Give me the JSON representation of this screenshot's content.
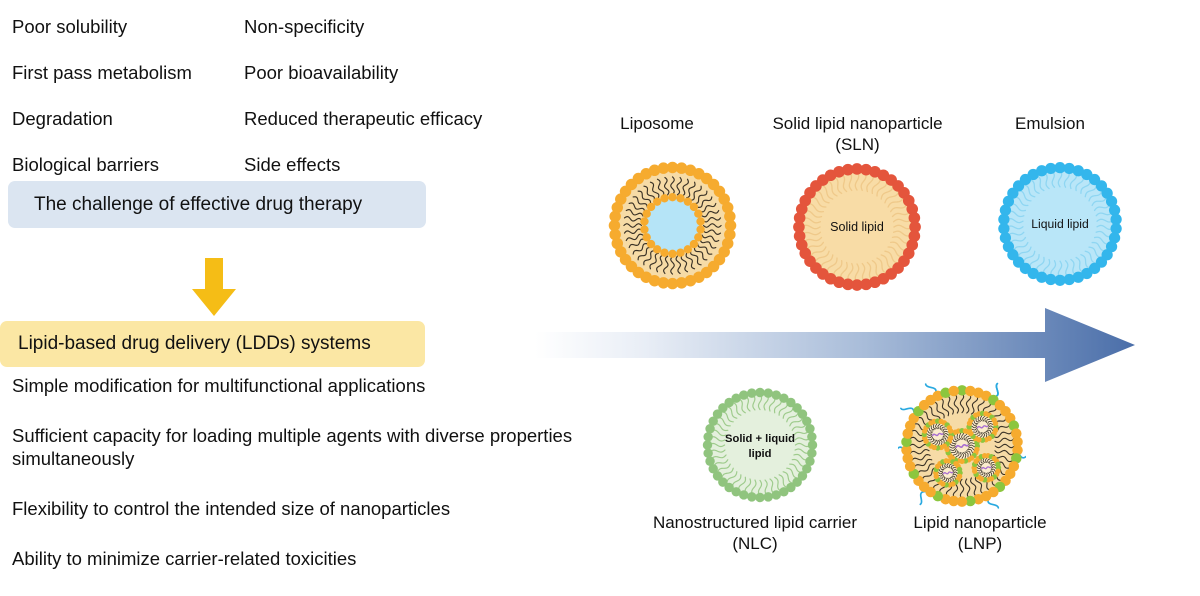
{
  "challenges": {
    "rows": [
      {
        "left": "Poor solubility",
        "right": "Non-specificity"
      },
      {
        "left": "First pass metabolism",
        "right": "Poor bioavailability"
      },
      {
        "left": "Degradation",
        "right": "Reduced therapeutic efficacy"
      },
      {
        "left": "Biological barriers",
        "right": "Side effects"
      }
    ],
    "banner": "The challenge of effective drug therapy",
    "banner_color": "#dbe5f1"
  },
  "transition": {
    "arrow_color": "#f5bd16",
    "arrow_name": "down-arrow"
  },
  "solution": {
    "banner": "Lipid-based drug delivery (LDDs) systems",
    "banner_color": "#fbe7a4",
    "benefits": [
      "Simple modification for multifunctional applications",
      "Sufficient capacity for loading multiple agents with diverse properties simultaneously",
      "Flexibility to control the intended size of nanoparticles",
      "Ability to minimize carrier-related toxicities"
    ]
  },
  "progression_arrow": {
    "start_color": "#ffffff",
    "end_color": "#4a6ea9"
  },
  "nanoparticles": [
    {
      "id": "liposome",
      "label": "Liposome",
      "core_label": "",
      "head_color": "#f6ab2f",
      "tail_color": "#3a3226",
      "lipid_color": "#f6dba6",
      "core_color": "#b5e4f7"
    },
    {
      "id": "sln",
      "label": "Solid lipid nanoparticle\n(SLN)",
      "core_label": "Solid lipid",
      "head_color": "#e4553c",
      "tail_color": "#efc98a",
      "lipid_color": "#f8dca6",
      "core_color": "#f8dca6"
    },
    {
      "id": "emulsion",
      "label": "Emulsion",
      "core_label": "Liquid lipid",
      "head_color": "#33b6ec",
      "tail_color": "#8fd6f2",
      "lipid_color": "#b9e6f8",
      "core_color": "#b9e6f8"
    },
    {
      "id": "nlc",
      "label": "Nanostructured lipid carrier\n(NLC)",
      "core_label": "Solid + liquid\nlipid",
      "head_color": "#90c47e",
      "tail_color": "#9ecb8c",
      "lipid_color": "#e4f0dd",
      "core_color": "#e4f0dd"
    },
    {
      "id": "lnp",
      "label": "Lipid nanoparticle\n(LNP)",
      "core_label": "",
      "head_color": "#f6ab2f",
      "peg_head_color": "#8cc63e",
      "peg_chain_color": "#29a9e0",
      "cargo_color": "#a96fd0",
      "tail_color": "#3a3226",
      "lipid_color": "#f6dba6",
      "core_color": "#f6dba6"
    }
  ]
}
